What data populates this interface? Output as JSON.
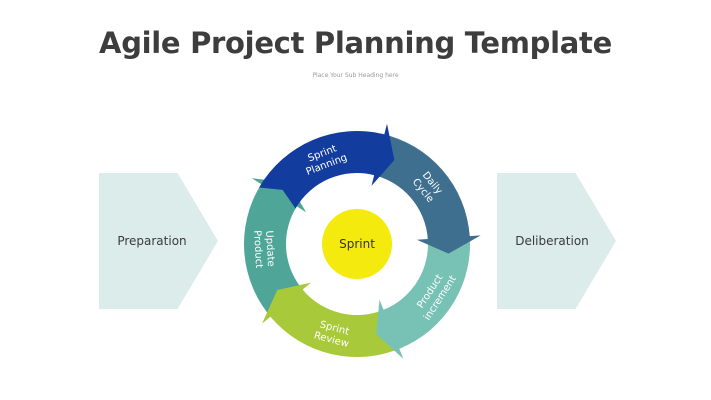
{
  "title": "Agile Project Planning Template",
  "subtitle": "Place Your Sub Heading here",
  "left_box": {
    "label": "Preparation"
  },
  "right_box": {
    "label": "Deliberation"
  },
  "center": {
    "label": "Sprint",
    "color": "#f4ea0e"
  },
  "segments": [
    {
      "line1": "Sprint",
      "line2": "Planning",
      "color": "#123d9e"
    },
    {
      "line1": "Daily",
      "line2": "Cycle",
      "color": "#3f6f8f"
    },
    {
      "line1": "Product",
      "line2": "increment",
      "color": "#78c2b5"
    },
    {
      "line1": "Sprint",
      "line2": "Review",
      "color": "#a8c93a"
    },
    {
      "line1": "Update",
      "line2": "Product",
      "color": "#4fa598"
    }
  ],
  "colors": {
    "side_box": "#dcecea",
    "title": "#3d3d3d"
  }
}
